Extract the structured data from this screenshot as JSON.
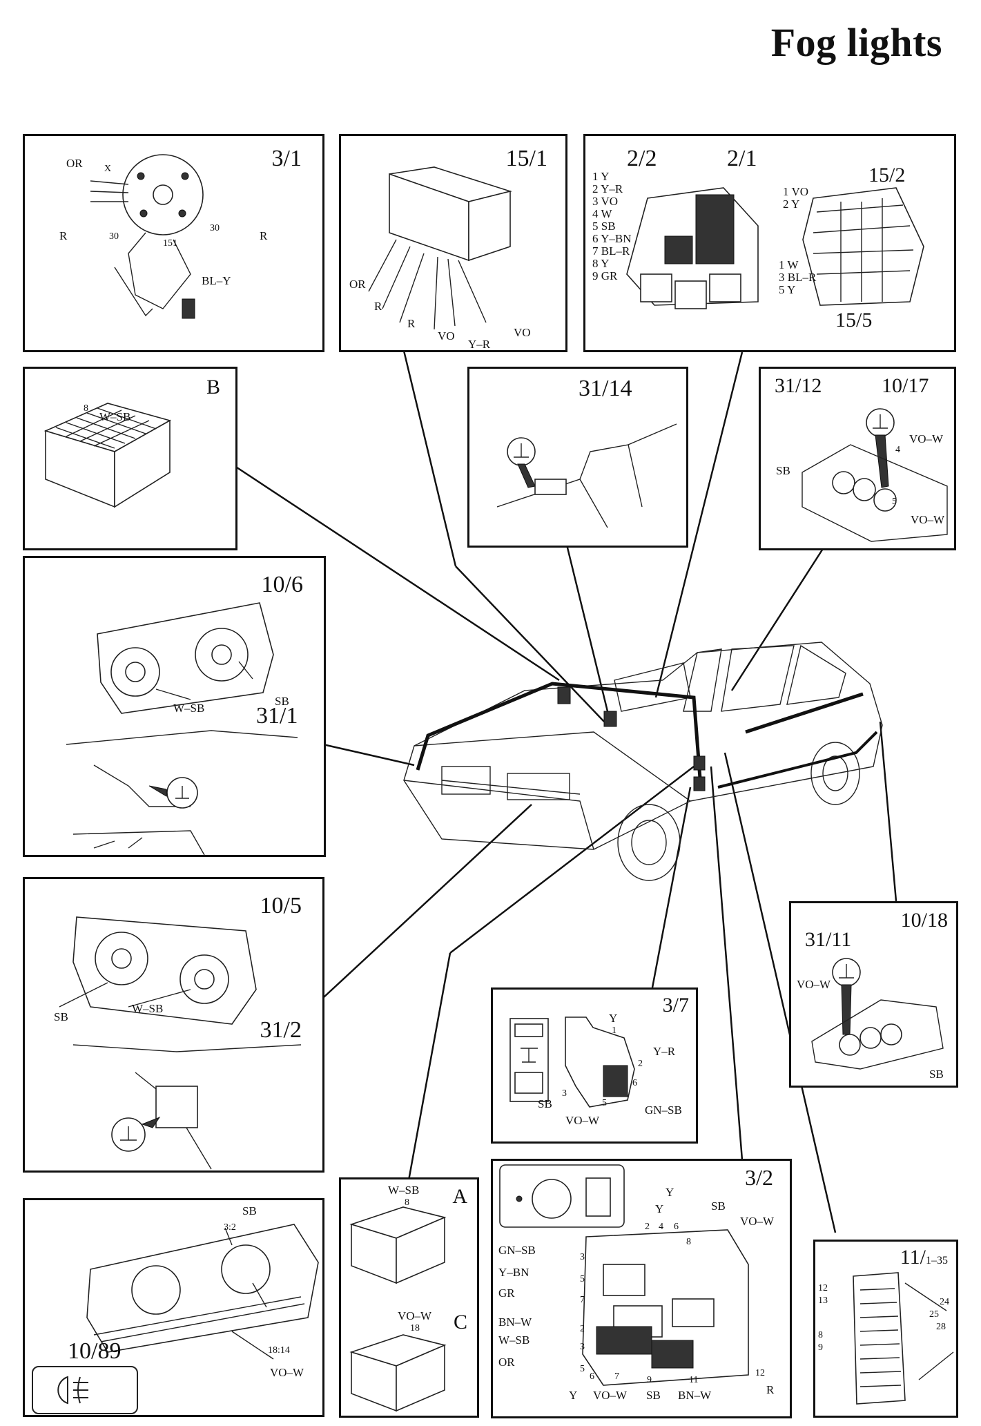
{
  "title": "Fog lights",
  "panels": {
    "p3_1": {
      "ref": "3/1",
      "labels": [
        "OR",
        "X",
        "R",
        "30",
        "151",
        "30",
        "R",
        "BL–Y"
      ]
    },
    "p15_1": {
      "ref": "15/1",
      "labels": [
        "OR",
        "R",
        "R",
        "VO",
        "Y–R",
        "VO"
      ]
    },
    "relays": {
      "ref_a": "2/2",
      "ref_b": "2/1",
      "ref_c": "15/2",
      "ref_d": "15/5",
      "left_list": [
        "1 Y",
        "2 Y–R",
        "3 VO",
        "4 W",
        "5 SB",
        "6 Y–BN",
        "7 BL–R",
        "8 Y",
        "9 GR"
      ],
      "right_top": [
        "1 VO",
        "2 Y"
      ],
      "right_bottom": [
        "1 W",
        "3 BL–R",
        "5 Y"
      ]
    },
    "pB": {
      "ref": "B",
      "pin": "8",
      "wire": "W–SB"
    },
    "p31_14": {
      "ref": "31/14"
    },
    "p31_12": {
      "ref_a": "31/12",
      "ref_b": "10/17",
      "labels": [
        "VO–W",
        "4",
        "SB",
        "5",
        "VO–W"
      ]
    },
    "p10_6": {
      "ref_a": "10/6",
      "ref_b": "31/1",
      "labels": [
        "SB",
        "W–SB"
      ]
    },
    "p10_5": {
      "ref_a": "10/5",
      "ref_b": "31/2",
      "labels": [
        "SB",
        "W–SB"
      ]
    },
    "p10_18": {
      "ref_a": "10/18",
      "ref_b": "31/11",
      "labels": [
        "VO–W",
        "SB"
      ]
    },
    "p3_7": {
      "ref": "3/7",
      "labels": [
        "Y",
        "1",
        "Y–R",
        "2",
        "SB",
        "3",
        "6",
        "5",
        "VO–W",
        "GN–SB"
      ]
    },
    "p10_89": {
      "ref": "10/89",
      "labels": [
        "SB",
        "3:2",
        "18:14",
        "VO–W"
      ]
    },
    "pAC": {
      "ref_a": "A",
      "ref_c": "C",
      "labels_a": [
        "W–SB",
        "8"
      ],
      "labels_c": [
        "VO–W",
        "18"
      ]
    },
    "p3_2": {
      "ref": "3/2",
      "left": [
        "GN–SB",
        "Y–BN",
        "GR",
        "BN–W",
        "W–SB",
        "OR"
      ],
      "left_pins": [
        "3",
        "5",
        "7",
        "2",
        "3",
        "5"
      ],
      "top": [
        "Y",
        "Y",
        "SB",
        "VO–W"
      ],
      "top_pins": [
        "2",
        "4",
        "6",
        "8"
      ],
      "bottom": [
        "Y",
        "VO–W",
        "SB",
        "BN–W",
        "R"
      ],
      "bottom_pins": [
        "6",
        "7",
        "9",
        "11",
        "12"
      ]
    },
    "p11": {
      "ref": "11/",
      "ref_sub": "1–35",
      "pins_left": [
        "12",
        "13",
        "8",
        "9"
      ],
      "pins_right": [
        "24",
        "25",
        "28"
      ]
    }
  }
}
